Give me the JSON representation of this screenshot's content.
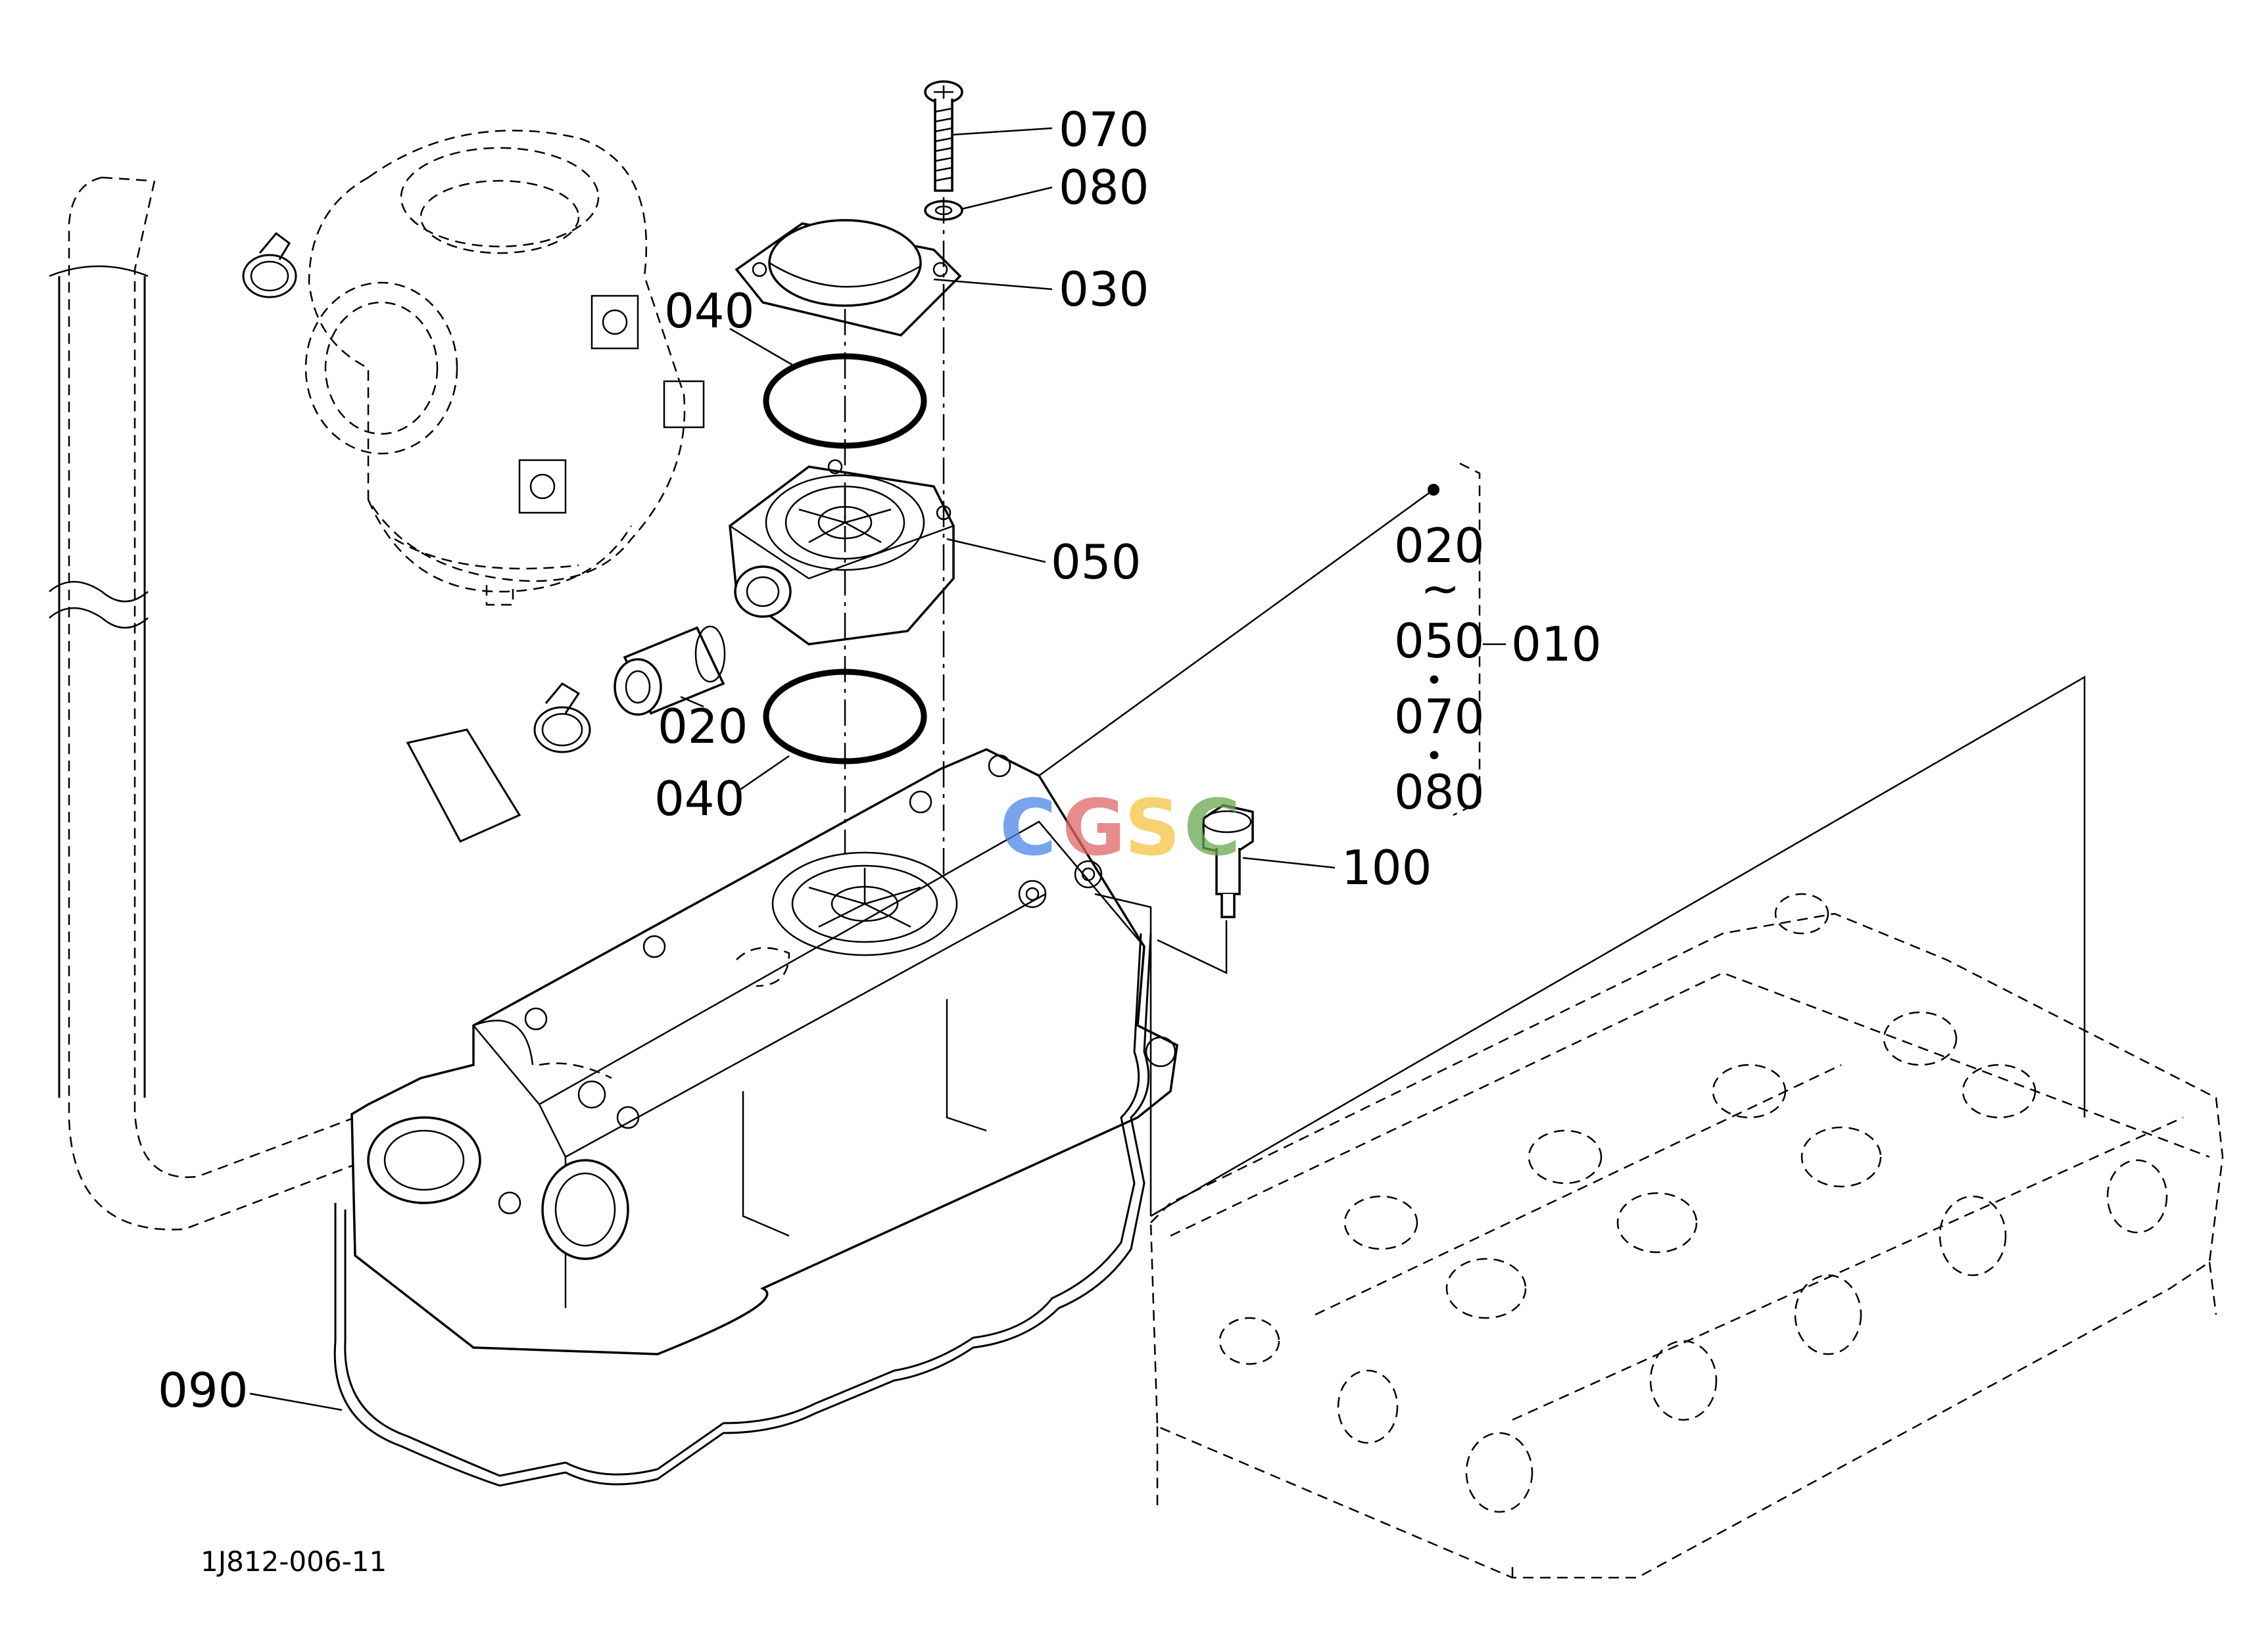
{
  "diagram": {
    "drawing_code": "1J812-006-11",
    "watermark": {
      "letters": [
        "C",
        "G",
        "S",
        "C"
      ],
      "colors": [
        "#4a86e8",
        "#e06666",
        "#f6c342",
        "#6aa84f"
      ]
    },
    "callouts": {
      "p070": "070",
      "p080": "080",
      "p030": "030",
      "p040a": "040",
      "p050": "050",
      "p020": "020",
      "p040b": "040",
      "p100": "100",
      "p090": "090"
    },
    "assembly_group": {
      "from": "020",
      "range_mark": "~",
      "to": "050",
      "dot1": "•",
      "item3": "070",
      "dot2": "•",
      "item4": "080",
      "assembly": "010"
    }
  }
}
